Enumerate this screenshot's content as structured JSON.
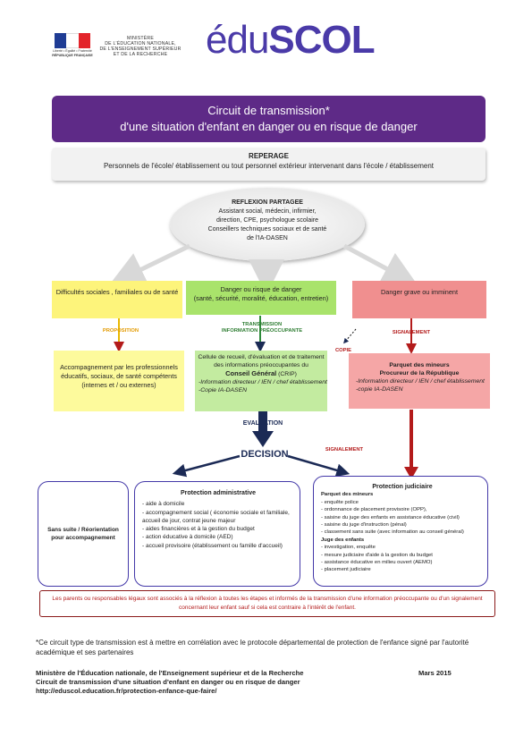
{
  "header": {
    "ministry_lines": [
      "MINISTÈRE",
      "DE L'ÉDUCATION NATIONALE,",
      "DE L'ENSEIGNEMENT SUPÉRIEUR",
      "ET DE LA RECHERCHE"
    ],
    "flag_motto": "Liberté • Égalité • Fraternité",
    "flag_motto2": "RÉPUBLIQUE FRANÇAISE",
    "logo_prefix": "édu",
    "logo_suffix": "SCOL"
  },
  "title": {
    "line1": "Circuit de transmission*",
    "line2": "d'une situation d'enfant en danger ou en risque de danger"
  },
  "reperage": {
    "heading": "REPERAGE",
    "text": "Personnels de l'école/ établissement ou tout personnel extérieur intervenant dans l'école / établissement"
  },
  "reflexion": {
    "heading": "REFLEXION PARTAGEE",
    "lines": [
      "Assistant social, médecin, infirmier,",
      "direction, CPE, psychologue scolaire",
      "Conseillers techniques sociaux et de santé",
      "de l'IA-DASEN"
    ]
  },
  "columns": {
    "left": {
      "title": "Difficultés sociales , familiales ou de santé",
      "arrow_label": "PROPOSITION",
      "detail": "Accompagnement par les professionnels éducatifs, sociaux, de santé compétents (internes et / ou externes)"
    },
    "center": {
      "title": "Danger ou risque de danger",
      "subtitle": "(santé, sécurité, moralité, éducation, entretien)",
      "arrow_label_1": "TRANSMISSION",
      "arrow_label_2": "INFORMATION PRÉOCCUPANTE",
      "detail_text": "Cellule de recueil, d'évaluation et de traitement des informations préoccupantes du",
      "detail_bold": "Conseil Général",
      "detail_abbr": "(CRIP)",
      "detail_line1": "-Information directeur / IEN / chef établissement",
      "detail_line2": "-Copie IA-DASEN",
      "evaluation": "EVALUATION",
      "decision": "DECISION"
    },
    "right": {
      "title": "Danger grave ou imminent",
      "arrow_label": "SIGNALEMENT",
      "copie_label": "COPIE",
      "detail_title": "Parquet des mineurs",
      "detail_subtitle": "Procureur de la République",
      "detail_line1": "-Information directeur / IEN / chef établissement",
      "detail_line2": "-copie IA-DASEN",
      "signalement2": "SIGNALEMENT"
    }
  },
  "outcomes": {
    "sans_suite": "Sans suite / Réorientation pour accompagnement",
    "admin": {
      "title": "Protection administrative",
      "items": [
        "- aide à domicile",
        "- accompagnement social ( économie sociale et familiale,",
        "accueil de jour, contrat jeune majeur",
        "- aides financières et à la gestion du budget",
        "- action éducative à domicile (AED)",
        "- accueil provisoire (établissement ou famille d'accueil)"
      ]
    },
    "judiciaire": {
      "title": "Protection judiciaire",
      "parquet_heading": "Parquet des mineurs",
      "parquet_items": [
        "- enquête police",
        "- ordonnance de placement provisoire (OPP),",
        "- saisine du juge des enfants en assistance éducative (civil)",
        "- saisine du juge d'instruction (pénal)",
        "- classement sans suite (avec information au conseil général)"
      ],
      "juge_heading": "Juge des enfants",
      "juge_items": [
        "- investigation, enquête",
        "- mesure judiciaire d'aide à la gestion du budget",
        "- assistance éducative en milieu ouvert (AEMO)",
        "- placement judiciaire"
      ]
    }
  },
  "note": "Les parents ou responsables légaux sont associés à la réflexion à toutes les étapes et informés de la transmission d'une information préoccupante ou d'un signalement concernant leur enfant sauf si cela est contraire à l'intérêt de l'enfant.",
  "footnote": "*Ce circuit type de transmission  est à mettre en corrélation avec  le protocole départemental de protection de l'enfance signé par l'autorité académique et ses partenaires",
  "footer": {
    "line1": "Ministère de l'Éducation nationale, de l'Enseignement supérieur et de la Recherche",
    "line2": "Circuit de transmission d'une situation d'enfant en danger ou en risque de danger",
    "line3": "http://eduscol.education.fr/protection-enfance-que-faire/",
    "date": "Mars 2015"
  },
  "colors": {
    "purple": "#5e2a87",
    "yellow": "#fdf47b",
    "green": "#a9e36b",
    "pink": "#f08f8f",
    "dark_red": "#b31b1b",
    "blue_border": "#4338a8"
  }
}
